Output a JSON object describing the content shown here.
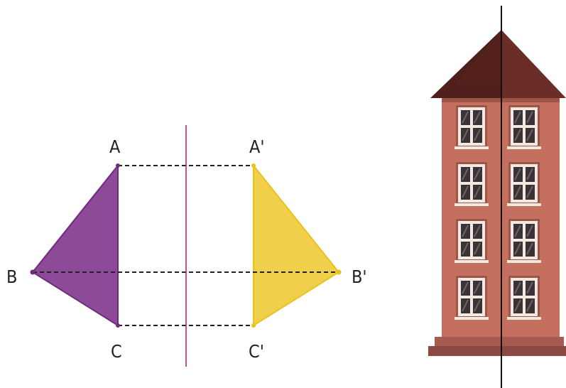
{
  "diagram": {
    "labels": {
      "A": "A",
      "B": "B",
      "C": "C",
      "A_prime": "A'",
      "B_prime": "B'",
      "C_prime": "C'"
    },
    "colors": {
      "original_triangle": "#8c4a99",
      "original_edge": "#6e2d7a",
      "reflected_triangle": "#f0d04a",
      "reflected_edge": "#e8c21d",
      "mirror_line": "#c2185b",
      "dashed_lines": "#222222",
      "wall": "#c56f5f",
      "roof_left": "#4e1f1b",
      "roof_right": "#6b2d28",
      "window_frame": "#f3e8e2",
      "window_glass": "#3a3336",
      "base": "#8a4a43",
      "symmetry_axis": "#111111"
    }
  },
  "building": {
    "icon": "building-illustration",
    "window_rows": 4,
    "window_columns": 2
  }
}
